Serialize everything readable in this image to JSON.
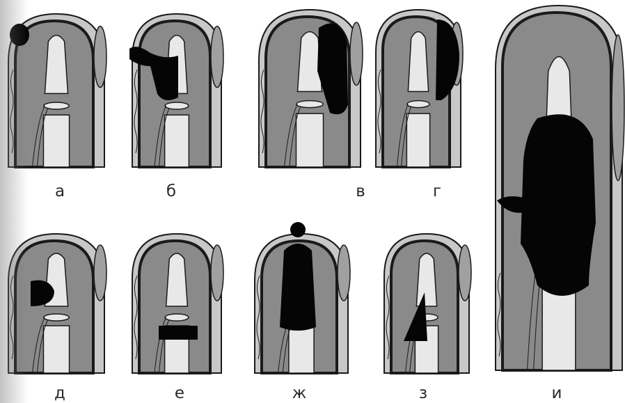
{
  "figure": {
    "colors": {
      "skin": "#c8c8c8",
      "outline": "#1a1a1a",
      "tissue": "#8a8a8a",
      "bone": "#e8e8e8",
      "pus": "#050505",
      "nail": "#a0a0a0"
    },
    "panels": [
      {
        "label": "а",
        "icon": "finger-subepidermal-abscess"
      },
      {
        "label": "б",
        "icon": "finger-collar-abscess"
      },
      {
        "label": "в",
        "icon": "finger-paronychia"
      },
      {
        "label": "г",
        "icon": "finger-subungual-abscess"
      },
      {
        "label": "д",
        "icon": "finger-subcutaneous-abscess"
      },
      {
        "label": "е",
        "icon": "finger-joint-abscess"
      },
      {
        "label": "ж",
        "icon": "finger-bone-abscess"
      },
      {
        "label": "з",
        "icon": "finger-tendon-sheath-abscess"
      },
      {
        "label": "и",
        "icon": "finger-pandactylitis"
      }
    ]
  }
}
